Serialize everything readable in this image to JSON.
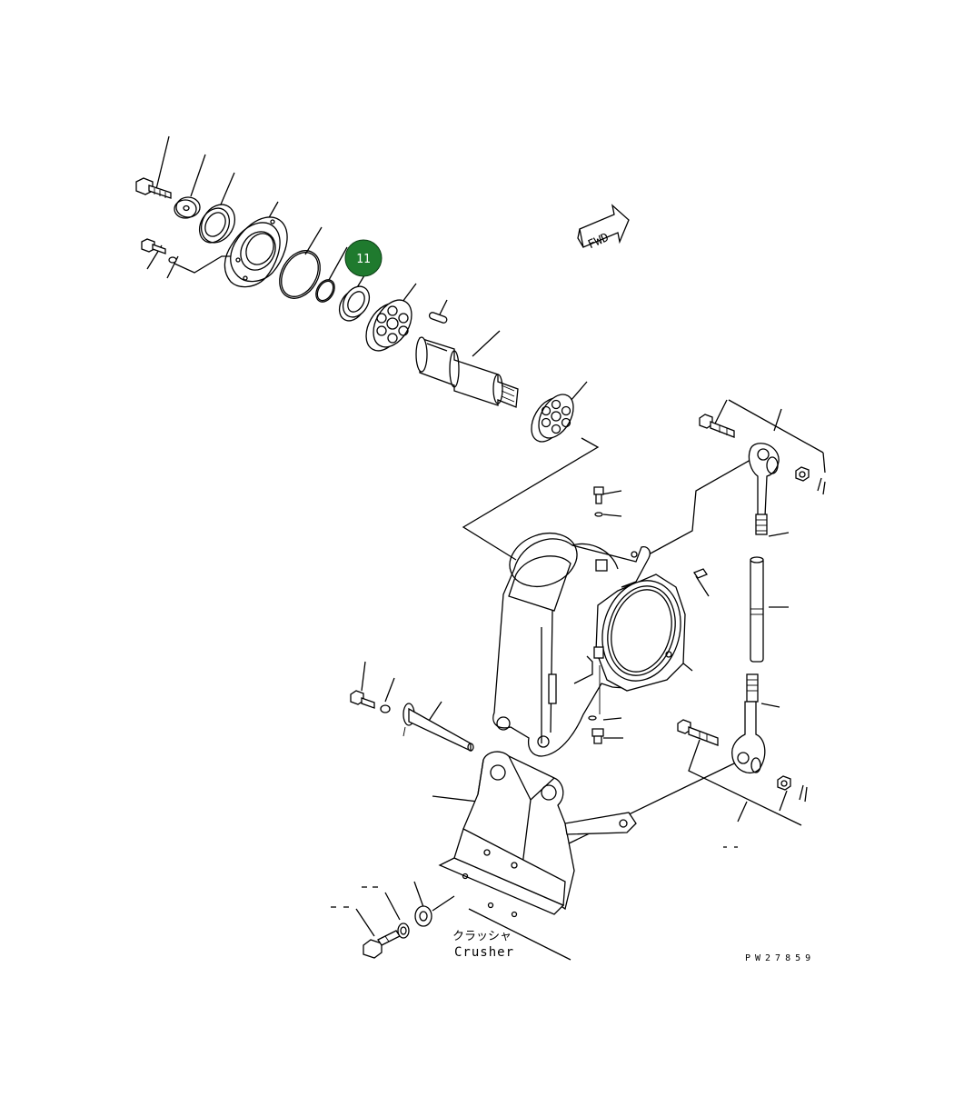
{
  "fwd_label": "FWD",
  "callout": {
    "number": "11",
    "color": "#1f7a2e",
    "text_color": "#ffffff"
  },
  "labels": {
    "crusher_jp": "クラッシャ",
    "crusher_en": "Crusher",
    "drawing_id": "PW27859"
  }
}
